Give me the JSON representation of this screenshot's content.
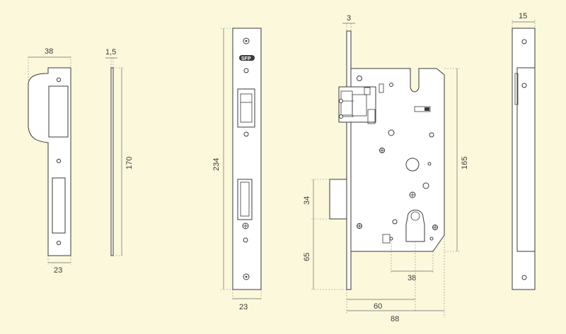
{
  "dimensions": {
    "strike_width": "38",
    "strike_thickness": "1,5",
    "strike_length": "170",
    "strike_bottom_width": "23",
    "faceplate_length": "234",
    "faceplate_width": "23",
    "faceplate_thickness": "3",
    "case_height": "165",
    "latch_height": "34",
    "latch_to_cylinder": "65",
    "cylinder_spacing": "38",
    "backset": "60",
    "case_depth": "88",
    "side_thickness": "15"
  },
  "brand_logo": "SFP"
}
